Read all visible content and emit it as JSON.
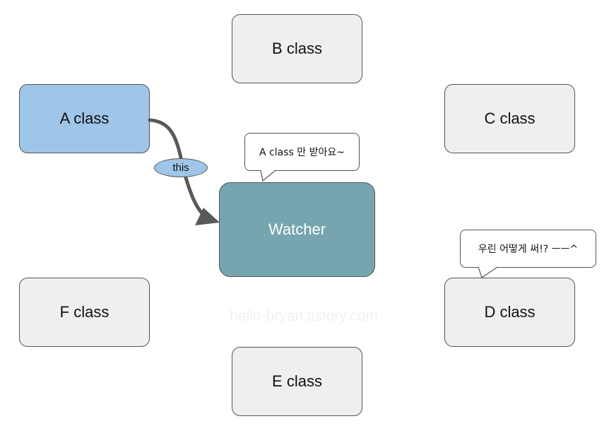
{
  "nodes": {
    "a": "A class",
    "b": "B class",
    "c": "C class",
    "d": "D class",
    "e": "E class",
    "f": "F class",
    "watcher": "Watcher"
  },
  "edge": {
    "from": "A class",
    "to": "Watcher",
    "label": "this"
  },
  "bubbles": {
    "watcher": "A class 만 받아요~",
    "d": "우린 어떻게 써!? ㅡㅡ^"
  },
  "watermark": "hello-bryan.tistory.com",
  "colors": {
    "default_fill": "#efefef",
    "highlight_fill": "#9fc5e8",
    "watcher_fill": "#76a5af",
    "stroke": "#555555",
    "arrow": "#595959"
  }
}
